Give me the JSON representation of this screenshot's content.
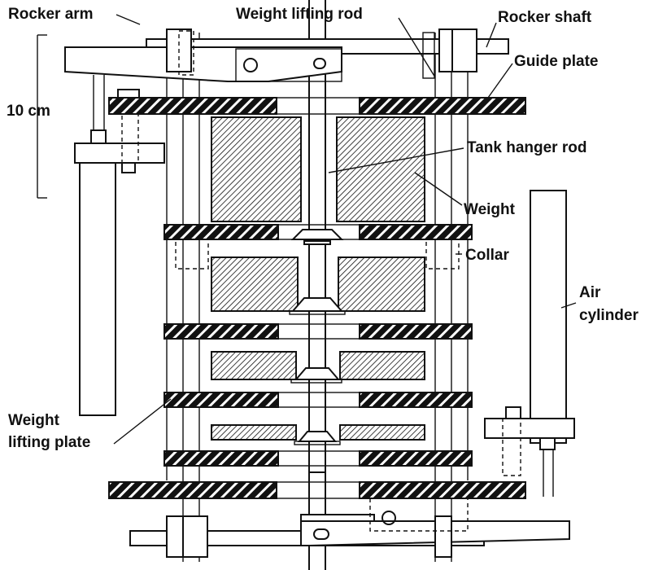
{
  "labels": {
    "rocker_arm": "Rocker arm",
    "weight_lifting_rod": "Weight lifting rod",
    "rocker_shaft": "Rocker shaft",
    "guide_plate": "Guide plate",
    "scale": "10 cm",
    "tank_hanger_rod": "Tank hanger rod",
    "weight": "Weight",
    "collar": "Collar",
    "air_cylinder_line1": "Air",
    "air_cylinder_line2": "cylinder",
    "weight_lifting_plate_line1": "Weight",
    "weight_lifting_plate_line2": "lifting plate"
  },
  "colors": {
    "ink": "#111111",
    "background": "#ffffff"
  }
}
